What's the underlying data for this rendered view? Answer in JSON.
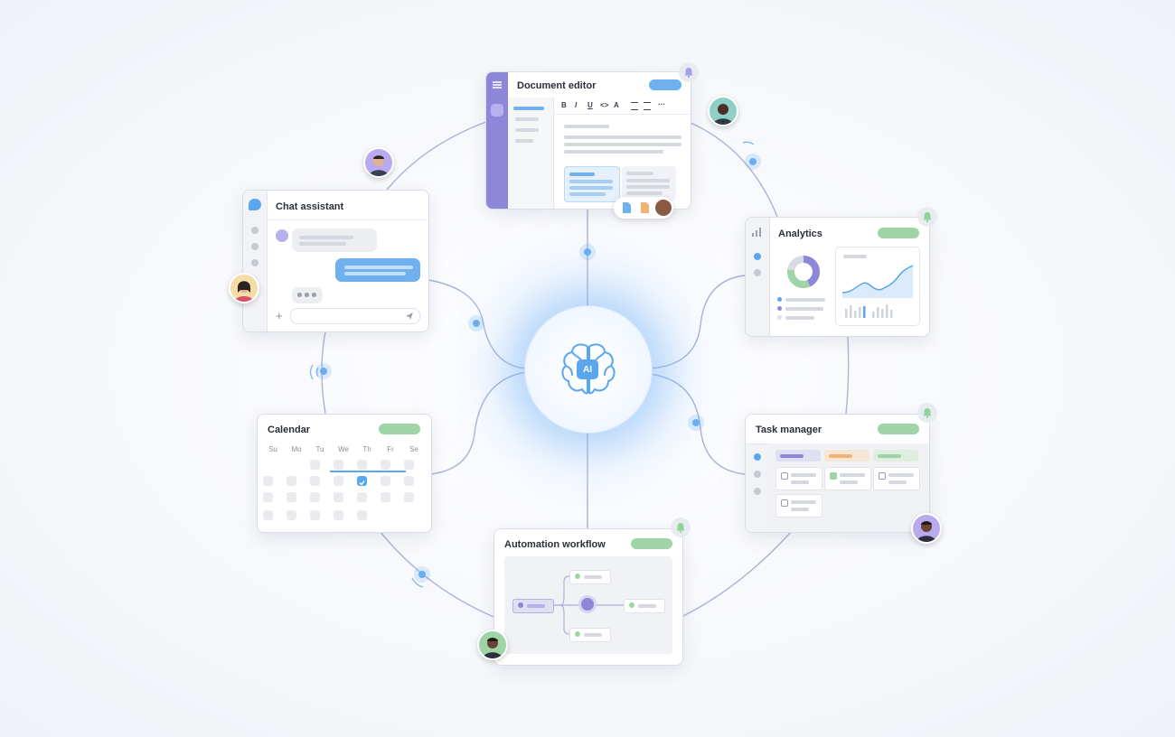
{
  "hub": {
    "label": "AI"
  },
  "cards": {
    "document_editor": {
      "title": "Document editor"
    },
    "chat_assistant": {
      "title": "Chat assistant"
    },
    "analytics": {
      "title": "Analytics"
    },
    "calendar": {
      "title": "Calendar",
      "weekdays": [
        "Su",
        "Mo",
        "Tu",
        "We",
        "Th",
        "Fr",
        "Se"
      ]
    },
    "task_manager": {
      "title": "Task manager"
    },
    "automation_workflow": {
      "title": "Automation workflow"
    }
  },
  "toolbar": {
    "bold": "B",
    "italic": "I",
    "underline": "U",
    "code": "<>",
    "format": "A",
    "more": "···"
  },
  "colors": {
    "accent_blue": "#5aa7ee",
    "accent_purple": "#8e86d8",
    "accent_green": "#9fd4a6",
    "accent_orange": "#f1b273",
    "wire": "#a9b3d8"
  },
  "icons": [
    "brain-icon",
    "bell-icon",
    "menu-icon",
    "chart-icon",
    "send-icon",
    "plus-icon",
    "check-icon",
    "document-icon"
  ]
}
